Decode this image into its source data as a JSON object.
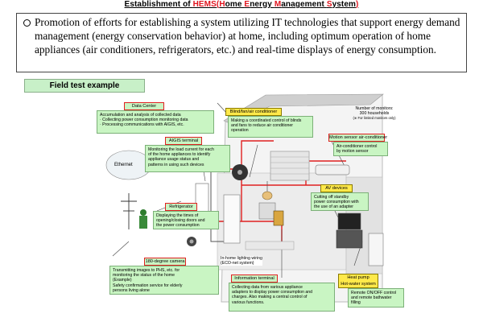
{
  "title": {
    "prefix": "Establishment of ",
    "acronym": "HEMS",
    "open": "(",
    "w1_cap": "H",
    "w1_rest": "ome ",
    "w2_cap": "E",
    "w2_rest": "nergy ",
    "w3_cap": "M",
    "w3_rest": "anagement ",
    "w4_cap": "S",
    "w4_rest": "ystem",
    "close": ")"
  },
  "intro": {
    "text": "Promotion of efforts for establishing a system utilizing IT technologies that support energy demand management (energy conservation behavior) at home, including optimum operation of home appliances (air conditioners, refrigerators, etc.) and real-time displays of energy consumption."
  },
  "field_test_label": "Field test example",
  "diagram": {
    "data_center": {
      "tag": "Data Center",
      "lines": [
        "Accumulation and analysis of collected data",
        "· Collecting power consumption monitoring data",
        "· Processing communications with AIGIS, etc."
      ]
    },
    "aigis": {
      "tag": "AIGIS terminal",
      "lines": [
        "Monitoring the load current for each",
        "of the home appliances to identify",
        "appliance usage status and",
        "patterns in using such devices"
      ]
    },
    "ethernet_label": "Ethernet",
    "refrigerator": {
      "tag": "Refrigerator",
      "lines": [
        "Displaying the times of",
        "opening/closing doors and",
        "the power consumption"
      ]
    },
    "camera": {
      "tag": "180-degree camera",
      "lines": [
        "Transmitting images to PHS, etc. for",
        "monitoring the status of the home",
        "(Example)",
        "Safety confirmation service for elderly",
        "persons living alone"
      ]
    },
    "blind": {
      "tag": "Blind/fan/air conditioner",
      "lines": [
        "Making a coordinated control of blinds",
        "and fans to reduce air conditioner",
        "operation"
      ]
    },
    "monitors_note": {
      "lines": [
        "Number of monitors:",
        "300 households"
      ],
      "note": "(※ For limited monitors only)"
    },
    "motion_sensor": {
      "tag": "Motion sensor air-conditioner",
      "lines": [
        "Air-conditioner control",
        "by motion sensor"
      ]
    },
    "av": {
      "tag": "AV devices",
      "lines": [
        "Cutting off standby",
        "power consumption with",
        "the use of an adapter"
      ]
    },
    "inhome_wiring": {
      "lines": [
        "In-home lighting wiring",
        "(ECO-net system)"
      ]
    },
    "info_terminal": {
      "tag": "Information terminal",
      "lines": [
        "Collecting data from various appliance",
        "adapters to display power consumption and",
        "charges. Also making a central control of",
        "various functions."
      ]
    },
    "heat_pump": {
      "tag_line1": "Heat pump",
      "tag_line2": "Hot-water system",
      "lines": [
        "Remote ON/OFF control",
        "and remote bathwater",
        "filling"
      ]
    }
  },
  "colors": {
    "accent_red": "#e0141e",
    "box_green": "#c9f5c3",
    "tag_yellow": "#ffe94a"
  }
}
